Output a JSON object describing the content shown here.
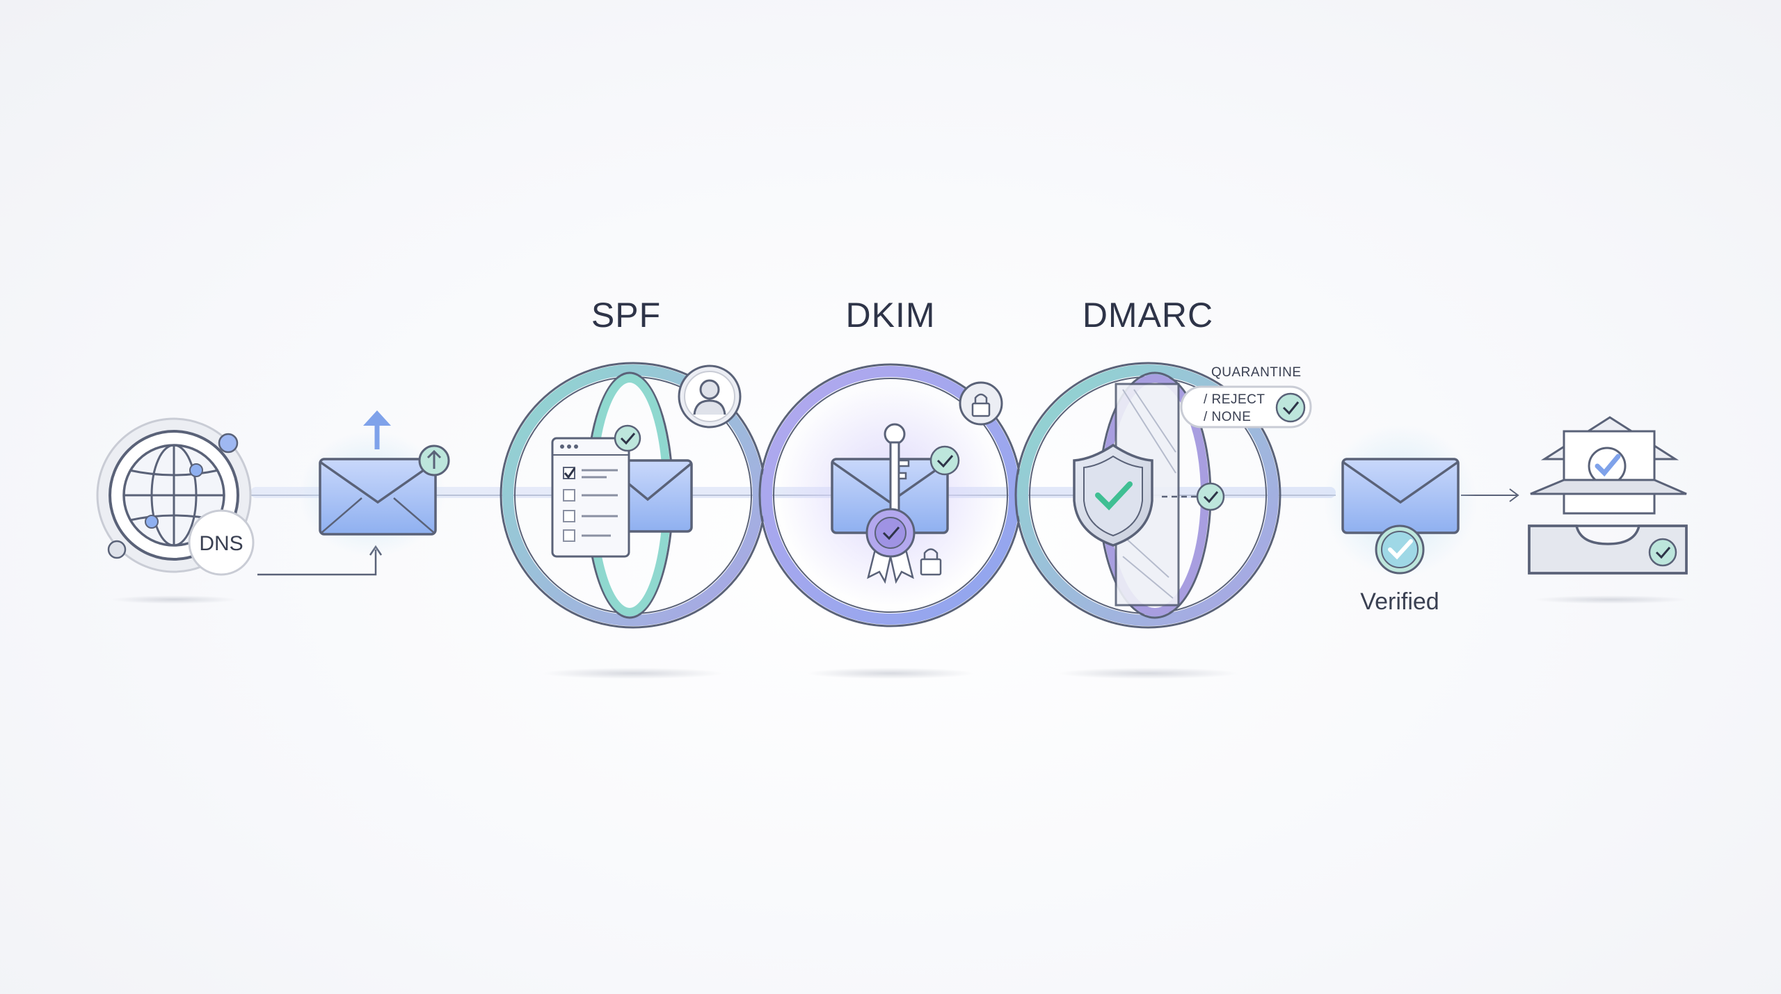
{
  "stages": {
    "spf": {
      "title": "SPF"
    },
    "dkim": {
      "title": "DKIM"
    },
    "dmarc": {
      "title": "DMARC",
      "policy_quarantine": "QUARANTINE",
      "policy_reject": "/ REJECT",
      "policy_none": "/ NONE"
    }
  },
  "dns": {
    "label": "DNS"
  },
  "result": {
    "label": "Verified"
  },
  "colors": {
    "teal": "#7fd0c8",
    "lavender": "#a89ee0",
    "blue": "#7fa2ea",
    "check_green": "#3fbf93",
    "outline": "#5a6278"
  }
}
